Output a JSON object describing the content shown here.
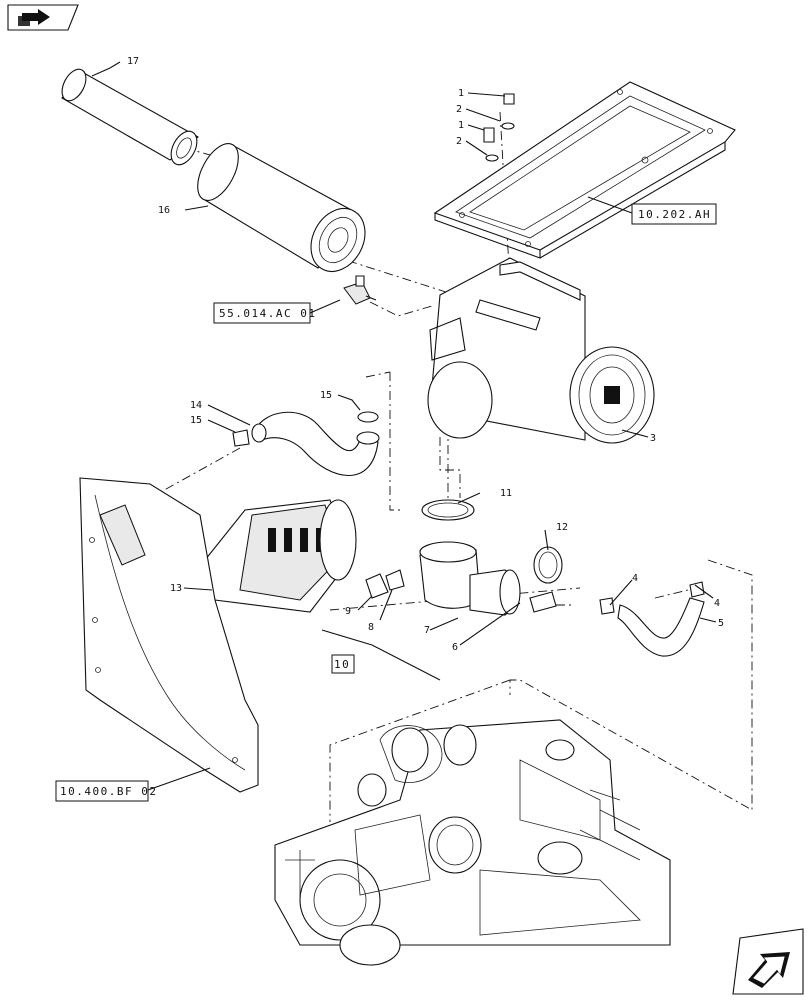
{
  "nav": {
    "back_icon": "back-arrow-icon",
    "next_icon": "next-arrow-icon"
  },
  "references": {
    "air_cleaner_support": "10.202.AH",
    "restriction_indicator": "55.014.AC 01",
    "fan_shroud": "10.400.BF 02",
    "kit": "10"
  },
  "callouts": {
    "c17": "17",
    "c16": "16",
    "c1a": "1",
    "c2a": "2",
    "c1b": "1",
    "c2b": "2",
    "c3": "3",
    "c14": "14",
    "c15a": "15",
    "c15b": "15",
    "c11": "11",
    "c12": "12",
    "c13": "13",
    "c9": "9",
    "c8": "8",
    "c7": "7",
    "c6": "6",
    "c4a": "4",
    "c4b": "4",
    "c5": "5"
  }
}
